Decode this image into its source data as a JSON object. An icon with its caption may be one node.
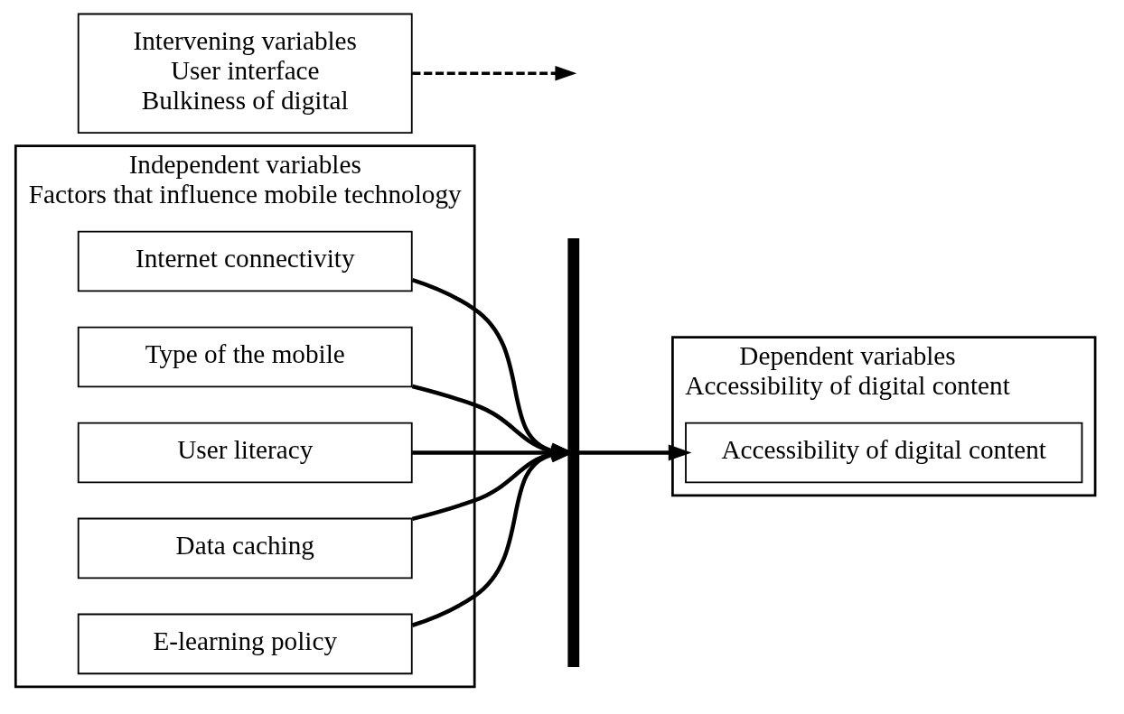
{
  "diagram": {
    "nodes": [
      {
        "text": [
          "Independent variables",
          "Factors that influence mobile technology"
        ]
      },
      {
        "text": [
          "Internet connectivity"
        ],
        "in": 0
      },
      {
        "text": [
          "Type of the mobile"
        ],
        "in": 0
      },
      {
        "text": [
          "User literacy"
        ],
        "in": 0
      },
      {
        "text": [
          "Data caching"
        ],
        "in": 0
      },
      {
        "text": [
          "E-learning policy"
        ],
        "in": 0
      },
      {
        "text": [],
        "shape": "bar"
      },
      {
        "text": [
          "Dependent variables",
          "Accessibility of digital content"
        ]
      },
      {
        "text": [
          "Accessibility of digital content"
        ],
        "in": 7
      },
      {
        "text": [
          "Intervening variables",
          "User interface",
          "Bulkiness of digital"
        ]
      }
    ],
    "edges": [
      {
        "from": 1,
        "to": 6,
        "arrow": "to"
      },
      {
        "from": 2,
        "to": 6,
        "arrow": "to"
      },
      {
        "from": 3,
        "to": 6,
        "arrow": "to"
      },
      {
        "from": 4,
        "to": 6,
        "arrow": "to"
      },
      {
        "from": 5,
        "to": 6,
        "arrow": "to"
      },
      {
        "from": 6,
        "to": 8,
        "arrow": "to"
      },
      {
        "from": 9,
        "to": null,
        "arrow": "to",
        "style": "dashed"
      }
    ]
  }
}
